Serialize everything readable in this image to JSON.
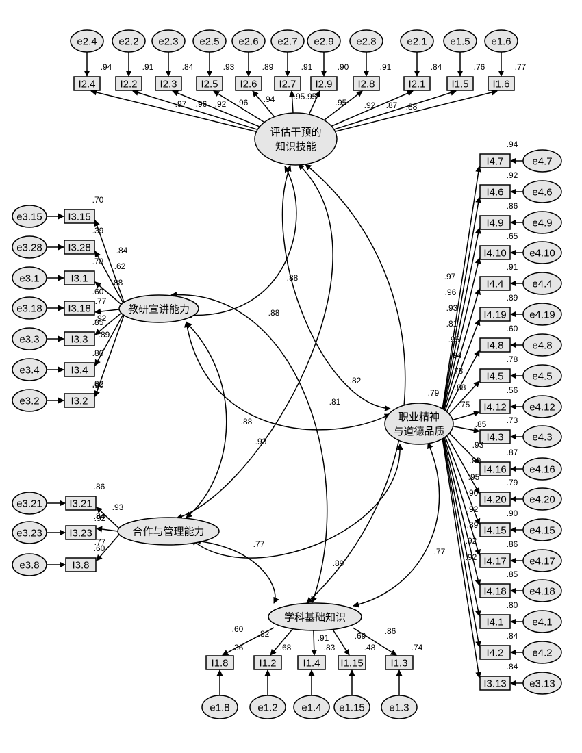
{
  "diagram": {
    "latents": {
      "F2": "评估干预的\n知识技能",
      "F3": "教研宣讲能力",
      "F4": "职业精神\n与道德品质",
      "F5": "合作与管理能力",
      "F1": "学科基础知识"
    },
    "top_group": {
      "indicators": [
        "I2.4",
        "I2.2",
        "I2.3",
        "I2.5",
        "I2.6",
        "I2.7",
        "I2.9",
        "I2.8",
        "I2.1",
        "I1.5",
        "I1.6"
      ],
      "errors": [
        "e2.4",
        "e2.2",
        "e2.3",
        "e2.5",
        "e2.6",
        "e2.7",
        "e2.9",
        "e2.8",
        "e2.1",
        "e1.5",
        "e1.6"
      ],
      "r2": [
        ".94",
        ".91",
        ".84",
        ".93",
        ".89",
        ".91",
        ".90",
        ".91",
        ".84",
        ".76",
        ".77"
      ],
      "loadings": [
        ".97",
        ".96",
        ".92",
        ".96",
        ".94",
        ".95",
        ".95",
        ".95",
        ".92",
        ".87",
        ".88"
      ]
    },
    "left_group": {
      "indicators": [
        "I3.15",
        "I3.28",
        "I3.1",
        "I3.18",
        "I3.3",
        "I3.4",
        "I3.2"
      ],
      "errors": [
        "e3.15",
        "e3.28",
        "e3.1",
        "e3.18",
        "e3.3",
        "e3.4",
        "e3.2"
      ],
      "r2": [
        ".70",
        ".39",
        ".78",
        ".60",
        ".85",
        ".80",
        ".82"
      ],
      "loadings": [
        ".84",
        ".62",
        ".88",
        ".77",
        ".92",
        ".89",
        ".90"
      ]
    },
    "right_group": {
      "indicators": [
        "I4.7",
        "I4.6",
        "I4.9",
        "I4.10",
        "I4.4",
        "I4.19",
        "I4.8",
        "I4.5",
        "I4.12",
        "I4.3",
        "I4.16",
        "I4.20",
        "I4.15",
        "I4.17",
        "I4.18",
        "I4.1",
        "I4.2",
        "I3.13"
      ],
      "errors": [
        "e4.7",
        "e4.6",
        "e4.9",
        "e4.10",
        "e4.4",
        "e4.19",
        "e4.8",
        "e4.5",
        "e4.12",
        "e4.3",
        "e4.16",
        "e4.20",
        "e4.15",
        "e4.17",
        "e4.18",
        "e4.1",
        "e4.2",
        "e3.13"
      ],
      "r2": [
        ".94",
        ".92",
        ".86",
        ".65",
        ".91",
        ".89",
        ".60",
        ".78",
        ".56",
        ".73",
        ".87",
        ".79",
        ".90",
        ".86",
        ".85",
        ".80",
        ".84",
        ".84"
      ],
      "loadings": [
        ".97",
        ".96",
        ".93",
        ".81",
        ".95",
        ".94",
        ".78",
        ".88",
        ".75",
        ".85",
        ".93",
        ".89",
        ".95",
        ".90",
        ".92",
        ".89",
        ".92",
        ".92"
      ]
    },
    "mid_group": {
      "indicators": [
        "I3.21",
        "I3.23",
        "I3.8"
      ],
      "errors": [
        "e3.21",
        "e3.23",
        "e3.8"
      ],
      "r2": [
        ".86",
        ".84",
        ".60"
      ],
      "loadings": [
        ".93",
        ".92",
        ".77"
      ]
    },
    "bottom_group": {
      "indicators": [
        "I1.8",
        "I1.2",
        "I1.4",
        "I1.15",
        "I1.3"
      ],
      "errors": [
        "e1.8",
        "e1.2",
        "e1.4",
        "e1.15",
        "e1.3"
      ],
      "r2": [
        ".36",
        ".68",
        ".83",
        ".48",
        ".74"
      ],
      "loadings": [
        ".60",
        ".82",
        ".91",
        ".69",
        ".86"
      ]
    },
    "correlations": {
      "F2_F3": ".88",
      "F2_F4": ".88",
      "F2_F5": ".82",
      "F2_F1": ".81",
      "F2_F4b": ".79",
      "F3_F4": ".93",
      "F3_F5": ".88",
      "F4_F5": ".89",
      "F5_F1": ".77",
      "F4_F1": ".77"
    }
  }
}
